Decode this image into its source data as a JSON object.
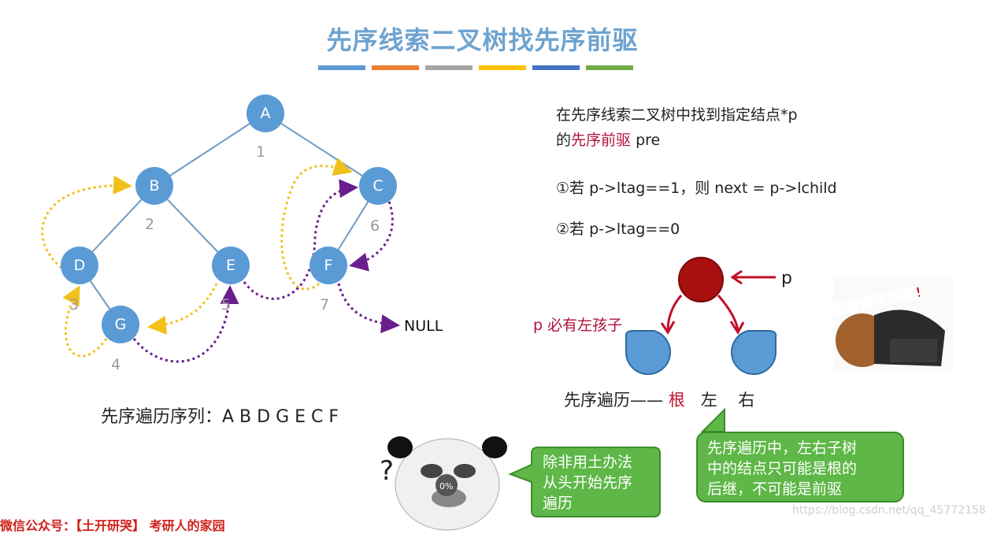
{
  "title": "先序线索二叉树找先序前驱",
  "title_bar_colors": [
    "#5b9bd5",
    "#ed7d31",
    "#a5a5a5",
    "#ffc000",
    "#4472c4",
    "#70ad47"
  ],
  "tree": {
    "nodes": [
      "A",
      "B",
      "C",
      "D",
      "E",
      "F",
      "G"
    ],
    "order_numbers": [
      "1",
      "2",
      "6",
      "3",
      "5",
      "7",
      "4"
    ],
    "null_label": "NULL",
    "node_color": "#5b9bd5",
    "yellow_thread_color": "#f2c01a",
    "purple_thread_color": "#6a1e8e"
  },
  "sequence": "先序遍历序列：A B D G E C F",
  "description": {
    "line1": "在先序线索二叉树中找到指定结点*p",
    "line2_pre": "的",
    "line2_hl": "先序前驱",
    "line2_post": " pre",
    "rule1": "①若 p->ltag==1，则 next = p->lchild",
    "rule2": "②若 p->ltag==0"
  },
  "small_diagram": {
    "p_label": "p",
    "left_label": "p 必有左孩子",
    "traversal_prefix": "先序遍历—— ",
    "traversal_root": "根",
    "traversal_rest": "   左    右",
    "root_color": "#a80f0f",
    "child_color": "#5b9bd5"
  },
  "bubble_panda": "除非用土办法\n从头开始先序\n遍历",
  "bubble_note": "先序遍历中，左右子树\n中的结点只可能是根的\n后继，不可能是前驱",
  "meme_text": "臣妾做不到啊!",
  "panda_meter": "0%",
  "question_mark": "?",
  "watermark": "https://blog.csdn.net/qq_45772158",
  "bottom_text": "微信公众号：【土开研哭】 考研人的家园"
}
